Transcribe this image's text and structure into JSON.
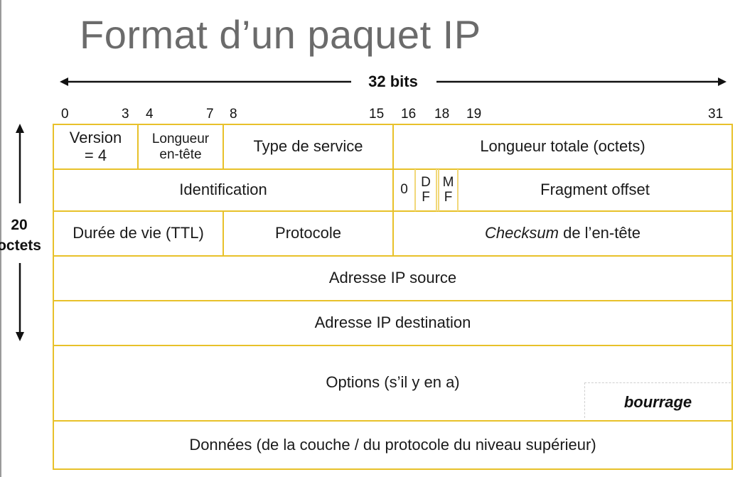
{
  "title": "Format d’un paquet IP",
  "width_label": "32 bits",
  "bit_positions": [
    "0",
    "3",
    "4",
    "7",
    "8",
    "15",
    "16",
    "18",
    "19",
    "31"
  ],
  "side_label": {
    "number": "20",
    "unit": "octets"
  },
  "fields": {
    "version": {
      "line1": "Version",
      "line2": "= 4"
    },
    "header_length": {
      "line1": "Longueur",
      "line2": "en-tête"
    },
    "type_of_service": "Type de service",
    "total_length": "Longueur totale (octets)",
    "identification": "Identification",
    "flag_zero": "0",
    "flag_df": {
      "line1": "D",
      "line2": "F"
    },
    "flag_mf": {
      "line1": "M",
      "line2": "F"
    },
    "fragment_offset": "Fragment offset",
    "ttl": "Durée de vie (TTL)",
    "protocol": "Protocole",
    "checksum": {
      "italic": "Checksum",
      "rest": " de l’en-tête"
    },
    "source_address": "Adresse IP source",
    "destination_address": "Adresse IP destination",
    "options": "Options (s’il y en a)",
    "padding": "bourrage",
    "data": "Données (de la couche / du protocole du niveau supérieur)"
  },
  "colors": {
    "grid": "#e8c12a",
    "title": "#6b6b6b",
    "flag_grid": "#f1d87a"
  }
}
